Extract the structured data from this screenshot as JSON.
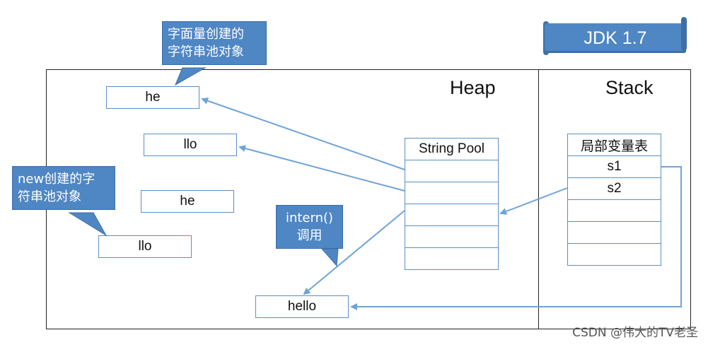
{
  "banner": {
    "label": "JDK 1.7"
  },
  "regions": {
    "heap": "Heap",
    "stack": "Stack"
  },
  "callouts": {
    "literal_pool_objects": "字面量创建的字符串池对象",
    "new_pool_objects": "new创建的字符串池对象",
    "intern_call": "intern()调用"
  },
  "callout_lines": {
    "literal_line1": "字面量创建的",
    "literal_line2": "字符串池对象",
    "new_line1": "new创建的字",
    "new_line2": "符串池对象",
    "intern_line1": "intern()",
    "intern_line2": "调用"
  },
  "heap_objects": {
    "he_literal": "he",
    "llo_literal": "llo",
    "he_new": "he",
    "llo_new": "llo",
    "hello": "hello"
  },
  "string_pool": {
    "title": "String Pool",
    "cells": [
      "",
      "",
      "",
      "",
      ""
    ]
  },
  "local_var_table": {
    "title": "局部变量表",
    "cells": [
      "s1",
      "s2",
      "",
      "",
      ""
    ]
  },
  "watermark": "CSDN @伟大的TV老圣"
}
